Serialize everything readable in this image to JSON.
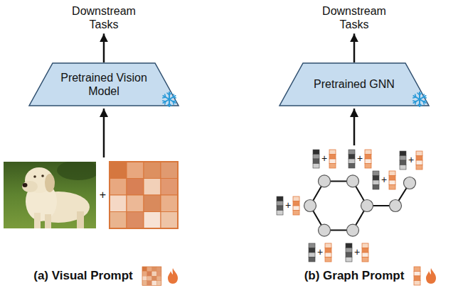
{
  "diagram": {
    "nodes": [
      {
        "text": [
          "Downstream Tasks"
        ]
      },
      {
        "text": [
          "Pretrained Vision Model"
        ]
      },
      {
        "text": [
          "Downstream Tasks"
        ]
      },
      {
        "text": [
          "Pretrained GNN"
        ]
      }
    ],
    "edges": [
      {
        "from": 1,
        "to": 0,
        "arrow": "to"
      },
      {
        "from": 3,
        "to": 2,
        "arrow": "to"
      }
    ],
    "labels": [
      "+",
      "(a) Visual Prompt",
      "+",
      "+",
      "+",
      "+",
      "+",
      "+",
      "+",
      "(b) Graph Prompt"
    ]
  }
}
